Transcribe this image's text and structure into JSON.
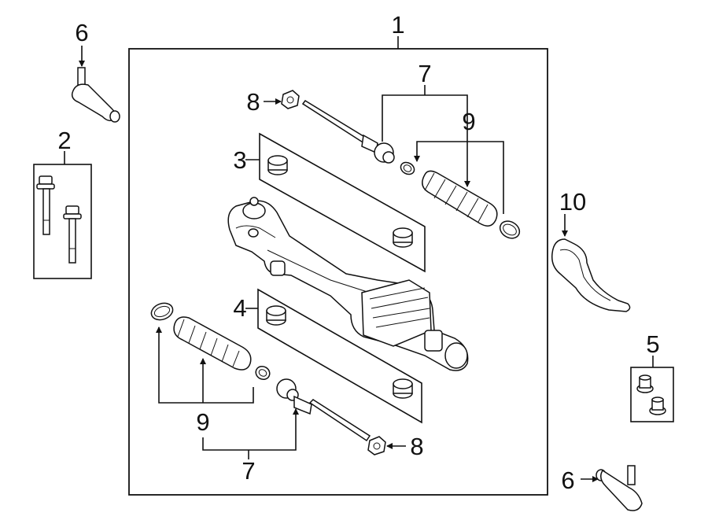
{
  "callouts": {
    "rack_assembly": "1",
    "bolts": "2",
    "upper_bushing_kit": "3",
    "lower_bushing_kit": "4",
    "nuts": "5",
    "outer_tie_rod_upper": "6",
    "outer_tie_rod_lower": "6",
    "inner_tie_rod_upper": "7",
    "inner_tie_rod_lower": "7",
    "jam_nut_upper": "8",
    "jam_nut_lower": "8",
    "boot_kit_upper": "9",
    "boot_kit_lower": "9",
    "heat_shield": "10"
  },
  "colors": {
    "line": "#111111",
    "background": "#ffffff"
  }
}
